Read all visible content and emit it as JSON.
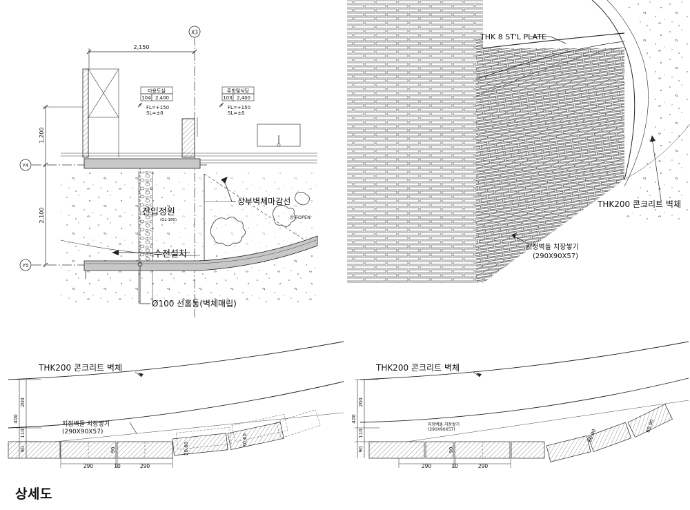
{
  "caption": "상세도",
  "plan": {
    "grid_x3": "X3",
    "grid_y4": "Y4",
    "grid_y5": "Y5",
    "dim_top": "2,150",
    "dim_left_1": "1,200",
    "dim_left_2": "2,100",
    "room_a": {
      "name": "다용도실",
      "no": "104",
      "h": "2,400",
      "fl": "FL=+150",
      "sl": "SL=±0"
    },
    "room_b": {
      "name": "주방및식당",
      "no": "103",
      "h": "2,400",
      "fl": "FL=+150",
      "sl": "SL=±0"
    },
    "upper_wall_line": "상부벽체마감선",
    "entry_garden": "진입정원",
    "entry_garden_sub": "(GL-100)",
    "upper_open": "상부OPEN",
    "faucet": "수전설치",
    "drain": "Ø100 선홈통(벽체매립)"
  },
  "elevation": {
    "steel_plate": "THK 8 ST'L PLATE",
    "concrete_wall": "THK200 콘크리트 벽체",
    "brick": "지정벽돌 치장쌓기",
    "brick_size": "(290X90X57)"
  },
  "section_left": {
    "concrete_wall": "THK200 콘크리트 벽체",
    "brick": "지정벽돌 치장쌓기",
    "brick_size": "(290X90X57)",
    "dim_400": "400",
    "dim_200": "200",
    "dim_110": "110",
    "dim_90": "90",
    "dim_90b": "90",
    "dim_290a": "290",
    "dim_10": "10",
    "dim_290b": "290",
    "rot_a": "20,60",
    "rot_b": "30,60"
  },
  "section_right": {
    "concrete_wall": "THK200 콘크리트 벽체",
    "brick": "지정벽돌 치장쌓기",
    "brick_size": "(290X90X57)",
    "dim_400": "400",
    "dim_200": "200",
    "dim_110": "110",
    "dim_90": "90",
    "dim_90b": "90",
    "dim_290a": "290",
    "dim_10": "10",
    "dim_290b": "290",
    "rot_a": "60,90",
    "rot_b": "60,90"
  }
}
